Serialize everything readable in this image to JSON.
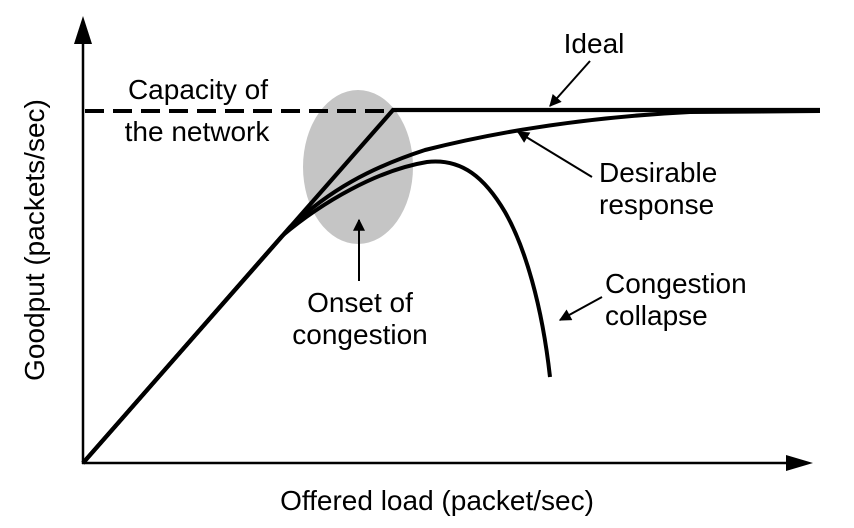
{
  "figure": {
    "background_color": "#ffffff",
    "line_color": "#000000",
    "highlight_color": "#c5c5c5",
    "y_axis": {
      "label": "Goodput (packets/sec)"
    },
    "x_axis": {
      "label": "Offered load (packet/sec)"
    },
    "annotations": {
      "capacity": {
        "line1": "Capacity of",
        "line2": "the network"
      },
      "ideal": {
        "label": "Ideal"
      },
      "desirable": {
        "line1": "Desirable",
        "line2": "response"
      },
      "onset": {
        "line1": "Onset of",
        "line2": "congestion"
      },
      "collapse": {
        "line1": "Congestion",
        "line2": "collapse"
      }
    },
    "curves": [
      "Ideal",
      "Desirable response",
      "Congestion collapse"
    ]
  }
}
